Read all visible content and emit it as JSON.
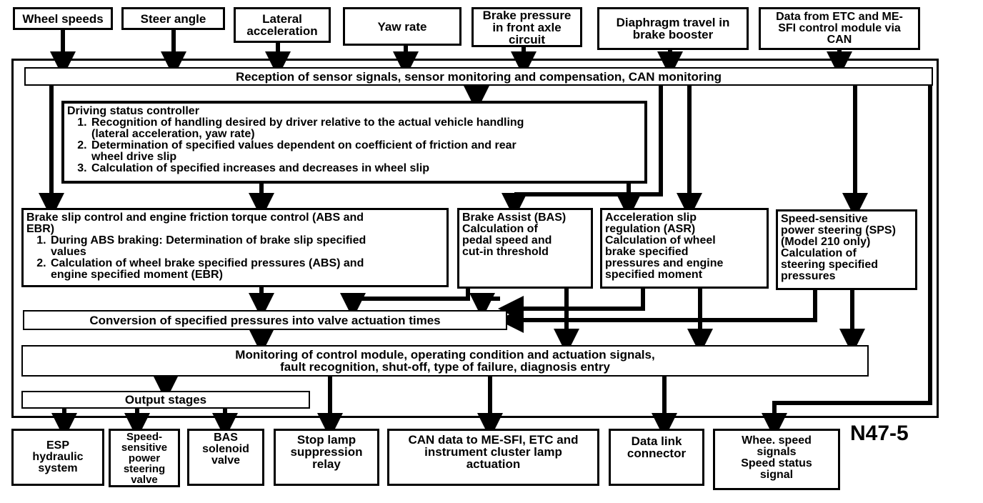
{
  "inputs": {
    "wheel_speeds": "Wheel speeds",
    "steer_angle": "Steer angle",
    "lateral_acceleration": [
      "Lateral",
      "acceleration"
    ],
    "yaw_rate": "Yaw rate",
    "brake_pressure": [
      "Brake pressure",
      "in front axle",
      "circuit"
    ],
    "diaphragm_travel": [
      "Diaphragm travel in",
      "brake booster"
    ],
    "data_etc": [
      "Data from ETC and ME-",
      "SFI control module via",
      "CAN"
    ]
  },
  "reception": "Reception of sensor signals, sensor monitoring and compensation, CAN monitoring",
  "driving_status": {
    "title": "Driving status controller",
    "items": [
      [
        "Recognition of handling desired by driver relative to the actual vehicle handling",
        "(lateral acceleration, yaw rate)"
      ],
      [
        "Determination of specified values dependent on coefficient of friction and rear",
        "wheel drive slip"
      ],
      [
        "Calculation of specified increases and decreases in wheel slip"
      ]
    ]
  },
  "abs": {
    "title": [
      "Brake slip control and engine friction torque control (ABS and",
      "EBR)"
    ],
    "items": [
      [
        "During ABS braking: Determination of brake slip specified",
        "values"
      ],
      [
        "Calculation of wheel brake specified pressures (ABS) and",
        "engine specified moment (EBR)"
      ]
    ]
  },
  "bas": {
    "title": "Brake Assist (BAS)",
    "lines": [
      "Calculation of",
      "pedal speed and",
      "cut-in threshold"
    ]
  },
  "asr": {
    "title": [
      "Acceleration slip",
      "regulation (ASR)"
    ],
    "lines": [
      "Calculation of wheel",
      "brake specified",
      "pressures and engine",
      "specified moment"
    ]
  },
  "sps": {
    "title": [
      "Speed-sensitive",
      "power steering (SPS)"
    ],
    "lines": [
      "(Model 210 only)",
      "Calculation of",
      "steering specified",
      "pressures"
    ]
  },
  "conversion": "Conversion of specified pressures into valve actuation times",
  "monitoring": [
    "Monitoring of control module, operating condition and actuation signals,",
    "fault recognition, shut-off, type of failure, diagnosis entry"
  ],
  "output_stages": "Output stages",
  "outputs": {
    "esp": [
      "ESP",
      "hydraulic",
      "system"
    ],
    "speed_steering": [
      "Speed-",
      "sensitive",
      "power",
      "steering",
      "valve"
    ],
    "bas_valve": [
      "BAS",
      "solenoid",
      "valve"
    ],
    "stop_lamp": [
      "Stop lamp",
      "suppression",
      "relay"
    ],
    "can_data": [
      "CAN data to ME-SFI, ETC and",
      "instrument cluster lamp",
      "actuation"
    ],
    "data_link": [
      "Data link",
      "connector"
    ],
    "wheel_signals": [
      "Whee. speed",
      "signals",
      "Speed status",
      "signal"
    ]
  },
  "code": "N47-5"
}
